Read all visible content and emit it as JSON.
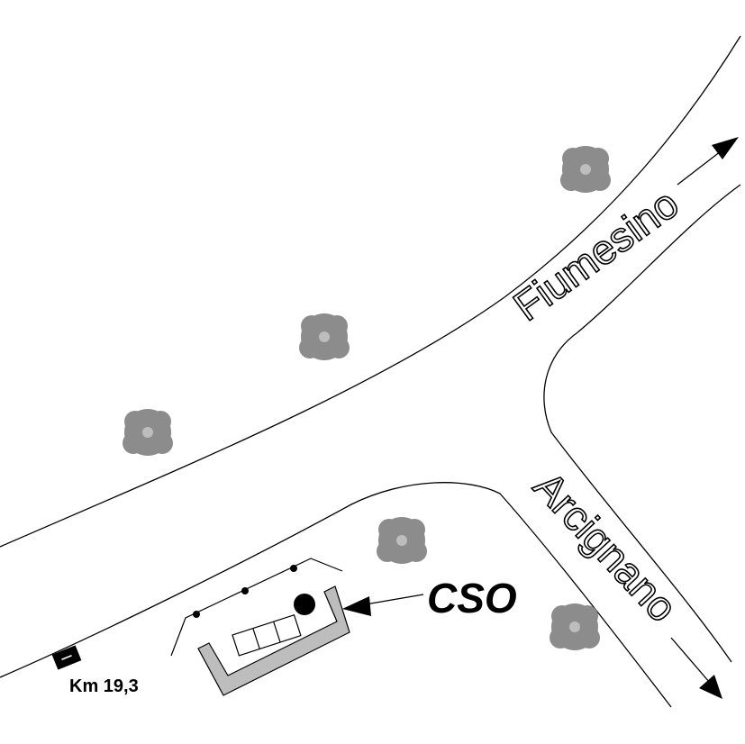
{
  "labels": {
    "road_main": "Fiumesino",
    "road_branch": "Arcignano",
    "facility": "CSO",
    "kilometer_marker": "Km 19,3"
  },
  "colors": {
    "road_line": "#000000",
    "tree": "#8c8c8c",
    "tank": "#bdbdbd",
    "background": "#ffffff"
  },
  "icons": {
    "tree": "tree-icon",
    "arrow": "arrow-icon",
    "km_post": "milestone-icon"
  }
}
